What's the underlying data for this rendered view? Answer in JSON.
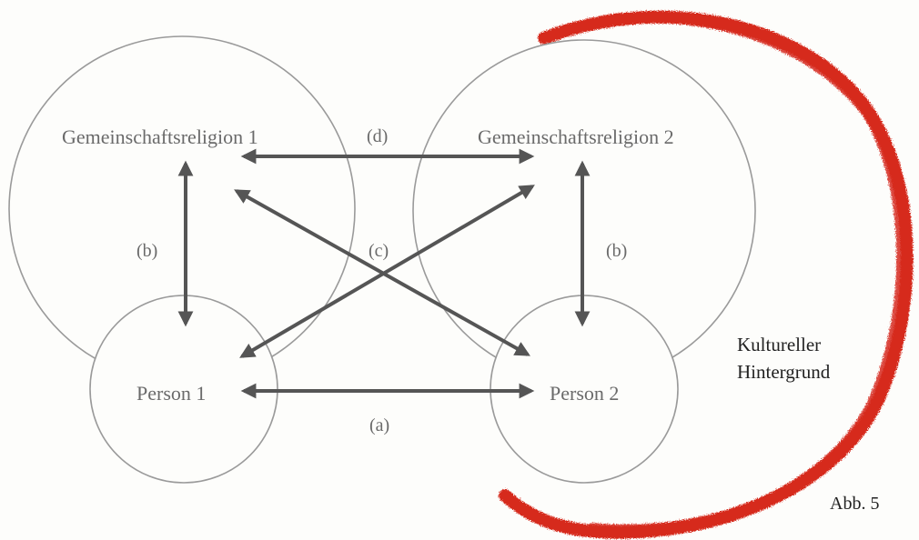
{
  "labels": {
    "community_1": "Gemeinschaftsreligion 1",
    "community_2": "Gemeinschaftsreligion 2",
    "person_1": "Person 1",
    "person_2": "Person 2",
    "rel_a": "(a)",
    "rel_b_left": "(b)",
    "rel_b_right": "(b)",
    "rel_c": "(c)",
    "rel_d": "(d)",
    "background_line1": "Kultureller",
    "background_line2": "Hintergrund",
    "figure_number": "Abb. 5"
  },
  "colors": {
    "circle_stroke": "#9a9a9a",
    "arrow": "#555555",
    "label_text": "#6a6a6a",
    "brush_ring": "#d62a1f",
    "dark_text": "#222222"
  }
}
